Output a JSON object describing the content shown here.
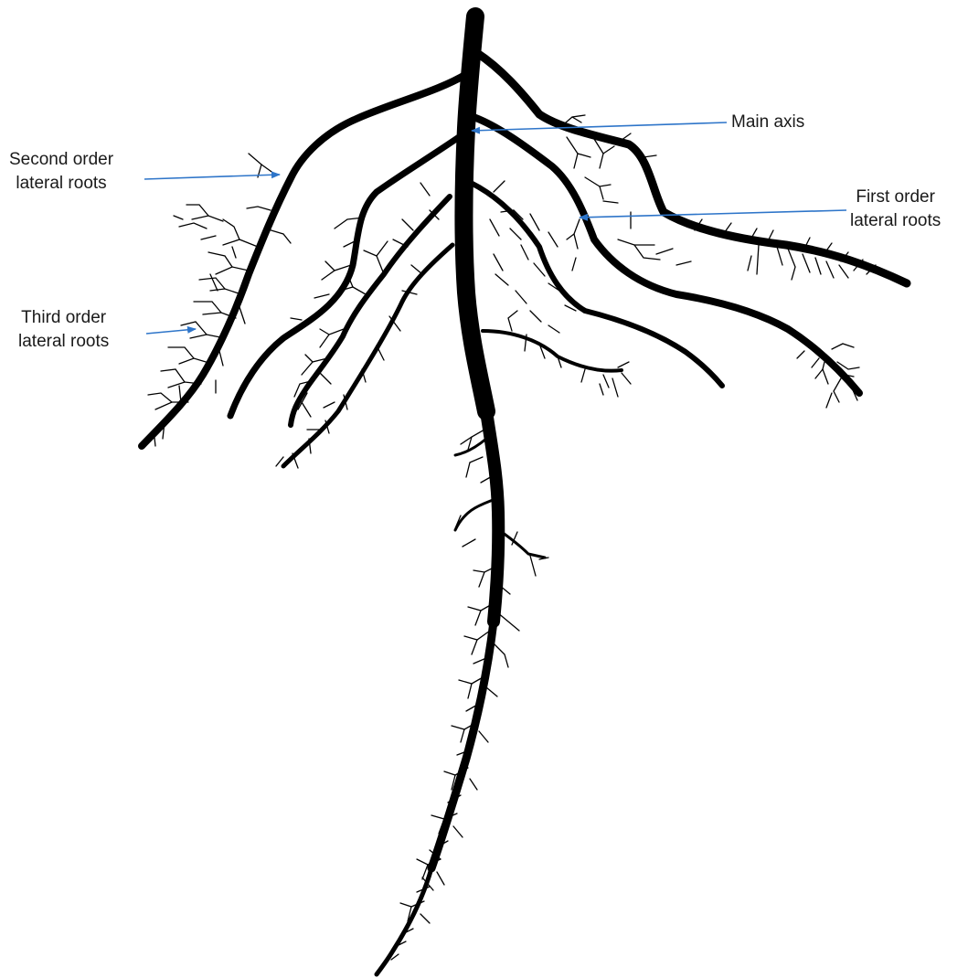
{
  "labels": {
    "main_axis": "Main axis",
    "second_order": [
      "Second order",
      "lateral roots"
    ],
    "third_order": [
      "Third order",
      "lateral roots"
    ],
    "first_order": [
      "First order",
      "lateral roots"
    ]
  },
  "colors": {
    "root": "#000000",
    "arrow": "#2e75c9",
    "background": "#ffffff"
  }
}
